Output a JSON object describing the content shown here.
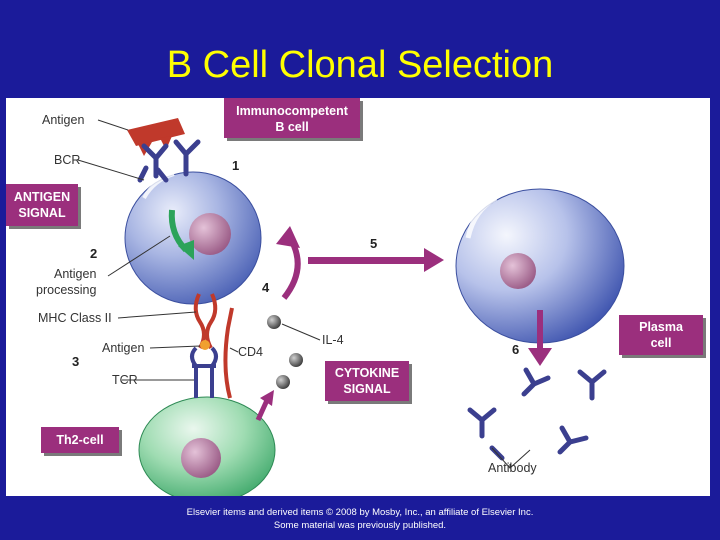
{
  "slide": {
    "title": "B Cell Clonal Selection",
    "credit_line1": "Elsevier items and derived items © 2008 by Mosby, Inc., an affiliate of Elsevier Inc.",
    "credit_line2": "Some material was previously published."
  },
  "diagram": {
    "boxes": {
      "immunocompetent_line1": "Immunocompetent",
      "immunocompetent_line2": "B cell",
      "antigen_signal_line1": "ANTIGEN",
      "antigen_signal_line2": "SIGNAL",
      "cytokine_signal_line1": "CYTOKINE",
      "cytokine_signal_line2": "SIGNAL",
      "th2_cell": "Th2-cell",
      "plasma_line1": "Plasma",
      "plasma_line2": "cell"
    },
    "labels": {
      "antigen_top": "Antigen",
      "bcr": "BCR",
      "antigen_processing_line1": "Antigen",
      "antigen_processing_line2": "processing",
      "mhc_class_ii": "MHC Class II",
      "antigen_mid": "Antigen",
      "tcr": "TCR",
      "cd4": "CD4",
      "il4": "IL-4",
      "antibody": "Antibody"
    },
    "steps": [
      "1",
      "2",
      "3",
      "4",
      "5",
      "6"
    ]
  },
  "colors": {
    "background": "#1b1b9a",
    "title": "#ffff00",
    "box": "#9b2f7d",
    "arrow": "#9b2f7d",
    "antigen": "#c0392b",
    "receptor": "#3b3f8f"
  }
}
